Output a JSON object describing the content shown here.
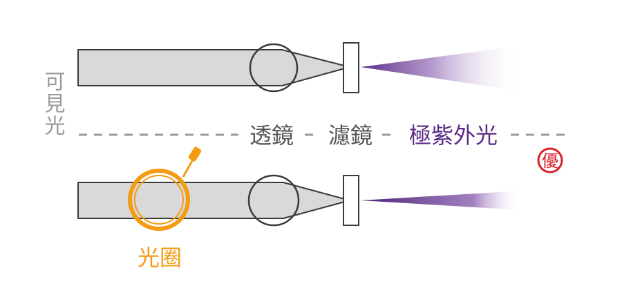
{
  "labels": {
    "visible_light": "可見光",
    "lens": "透鏡",
    "filter": "濾鏡",
    "uv_light": "極紫外光",
    "aperture": "光圈",
    "stamp": "優"
  },
  "colors": {
    "beam_fill": "#d9d9d9",
    "outline": "#3a3a3a",
    "label_gray": "#9a9a9a",
    "label_dark": "#555555",
    "uv_purple": "#5b2a86",
    "aperture_orange": "#f39c12",
    "stamp_red": "#d8202a",
    "dash_gray": "#9a9a9a"
  }
}
